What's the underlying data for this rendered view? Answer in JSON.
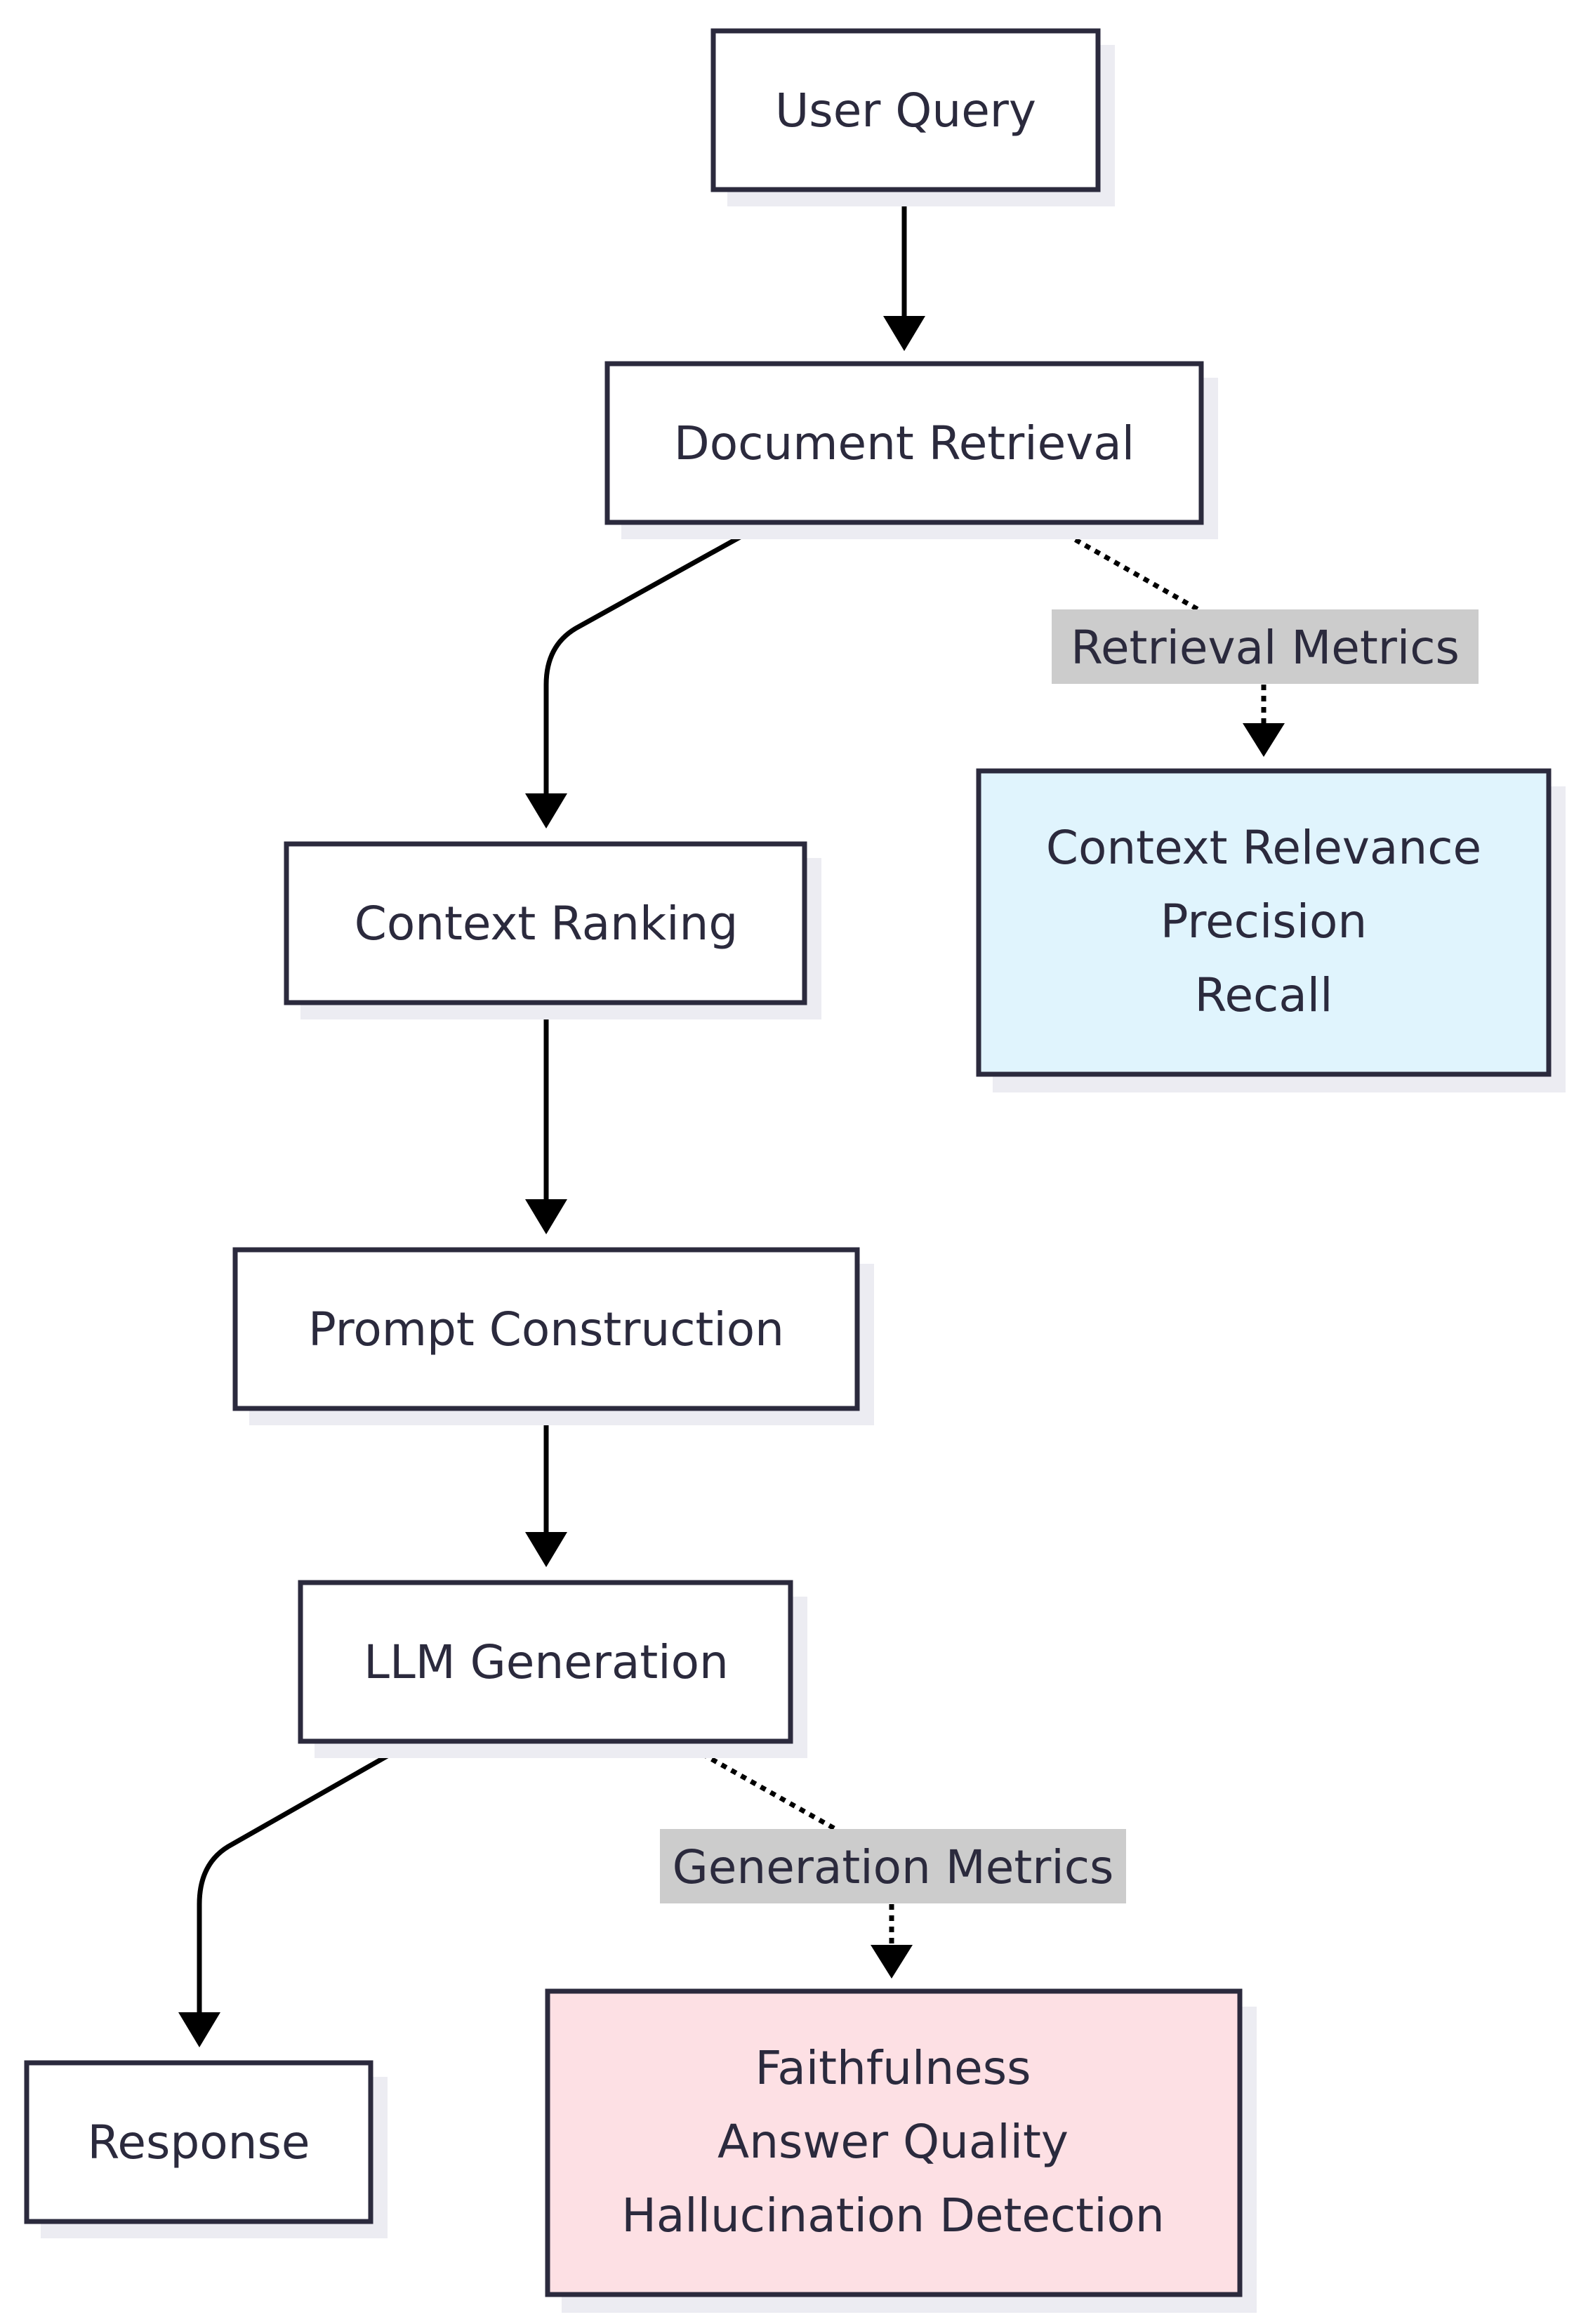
{
  "diagram": {
    "nodes": {
      "user_query": {
        "lines": [
          "User Query"
        ]
      },
      "doc_retrieval": {
        "lines": [
          "Document Retrieval"
        ]
      },
      "context_ranking": {
        "lines": [
          "Context Ranking"
        ]
      },
      "prompt_construction": {
        "lines": [
          "Prompt Construction"
        ]
      },
      "llm_generation": {
        "lines": [
          "LLM Generation"
        ]
      },
      "response": {
        "lines": [
          "Response"
        ]
      },
      "retrieval_metrics_box": {
        "lines": [
          "Context Relevance",
          "Precision",
          "Recall"
        ],
        "fill": "#e0f4fd"
      },
      "generation_metrics_box": {
        "lines": [
          "Faithfulness",
          "Answer Quality",
          "Hallucination Detection"
        ],
        "fill": "#fde0e4"
      }
    },
    "edge_labels": {
      "retrieval_metrics": "Retrieval Metrics",
      "generation_metrics": "Generation Metrics"
    },
    "colors": {
      "stroke": "#2b2a3d",
      "label_bg": "#cccccc"
    }
  }
}
